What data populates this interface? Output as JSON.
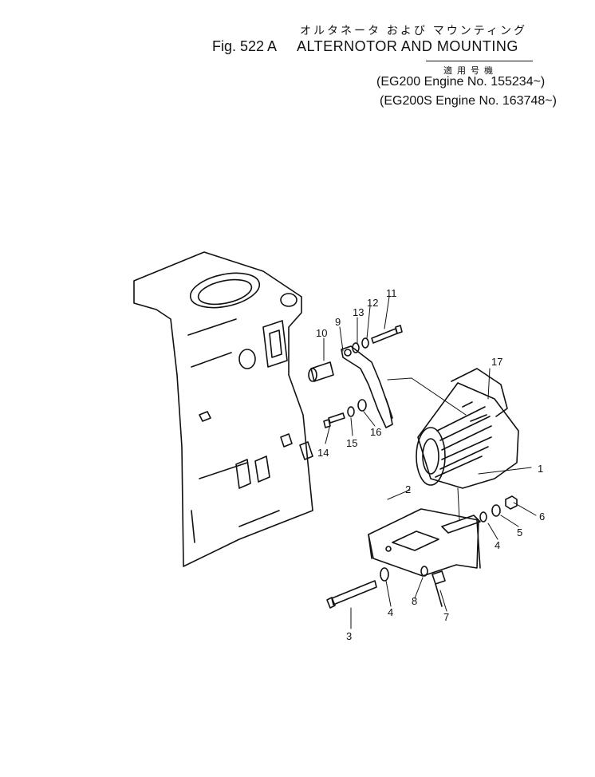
{
  "header": {
    "japanese_title": "オルタネータ および マウンティング",
    "fig_number": "Fig. 522 A",
    "title": "ALTERNOTOR AND MOUNTING",
    "applicability_label": "適用号機",
    "applicability": [
      "(EG200   Engine No. 155234~)",
      "(EG200S Engine No. 163748~)"
    ]
  },
  "callouts": [
    "1",
    "2",
    "3",
    "4",
    "4",
    "5",
    "6",
    "7",
    "8",
    "9",
    "10",
    "11",
    "12",
    "13",
    "14",
    "15",
    "16",
    "17"
  ]
}
